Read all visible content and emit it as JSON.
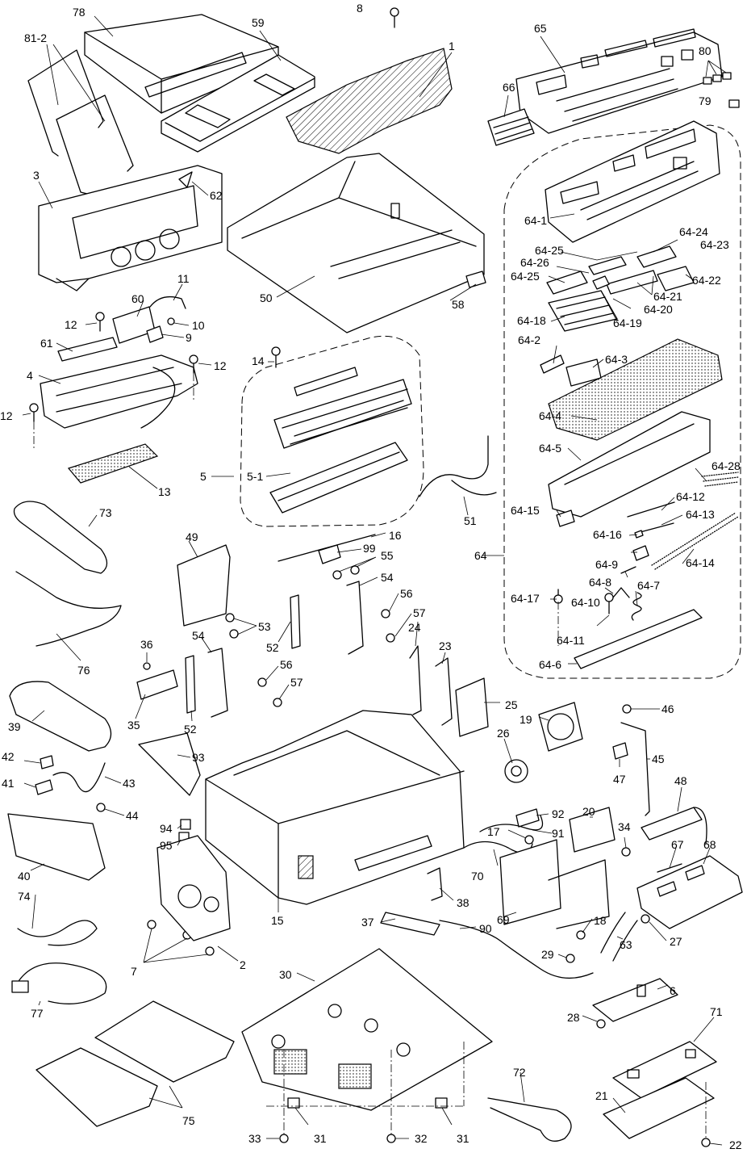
{
  "labels": [
    {
      "id": "78",
      "text": "78"
    },
    {
      "id": "81-2",
      "text": "81-2"
    },
    {
      "id": "59",
      "text": "59"
    },
    {
      "id": "8",
      "text": "8"
    },
    {
      "id": "1",
      "text": "1"
    },
    {
      "id": "65",
      "text": "65"
    },
    {
      "id": "80",
      "text": "80"
    },
    {
      "id": "79",
      "text": "79"
    },
    {
      "id": "66",
      "text": "66"
    },
    {
      "id": "3",
      "text": "3"
    },
    {
      "id": "62",
      "text": "62"
    },
    {
      "id": "64-1",
      "text": "64-1"
    },
    {
      "id": "64-24",
      "text": "64-24"
    },
    {
      "id": "64-23",
      "text": "64-23"
    },
    {
      "id": "64-25a",
      "text": "64-25"
    },
    {
      "id": "64-26",
      "text": "64-26"
    },
    {
      "id": "64-25b",
      "text": "64-25"
    },
    {
      "id": "64-22",
      "text": "64-22"
    },
    {
      "id": "64-21",
      "text": "64-21"
    },
    {
      "id": "64-20",
      "text": "64-20"
    },
    {
      "id": "64-19",
      "text": "64-19"
    },
    {
      "id": "64-18",
      "text": "64-18"
    },
    {
      "id": "50",
      "text": "50"
    },
    {
      "id": "58",
      "text": "58"
    },
    {
      "id": "11",
      "text": "11"
    },
    {
      "id": "60",
      "text": "60"
    },
    {
      "id": "12a",
      "text": "12"
    },
    {
      "id": "10",
      "text": "10"
    },
    {
      "id": "9",
      "text": "9"
    },
    {
      "id": "61",
      "text": "61"
    },
    {
      "id": "12b",
      "text": "12"
    },
    {
      "id": "14",
      "text": "14"
    },
    {
      "id": "4",
      "text": "4"
    },
    {
      "id": "12c",
      "text": "12"
    },
    {
      "id": "64-2",
      "text": "64-2"
    },
    {
      "id": "64-3",
      "text": "64-3"
    },
    {
      "id": "64-4",
      "text": "64-4"
    },
    {
      "id": "5",
      "text": "5"
    },
    {
      "id": "5-1",
      "text": "5-1"
    },
    {
      "id": "13",
      "text": "13"
    },
    {
      "id": "64-5",
      "text": "64-5"
    },
    {
      "id": "64-28",
      "text": "64-28"
    },
    {
      "id": "51",
      "text": "51"
    },
    {
      "id": "64-12",
      "text": "64-12"
    },
    {
      "id": "64-15",
      "text": "64-15"
    },
    {
      "id": "64-13",
      "text": "64-13"
    },
    {
      "id": "73",
      "text": "73"
    },
    {
      "id": "16",
      "text": "16"
    },
    {
      "id": "49",
      "text": "49"
    },
    {
      "id": "99",
      "text": "99"
    },
    {
      "id": "55",
      "text": "55"
    },
    {
      "id": "64",
      "text": "64"
    },
    {
      "id": "64-16",
      "text": "64-16"
    },
    {
      "id": "64-14",
      "text": "64-14"
    },
    {
      "id": "64-9",
      "text": "64-9"
    },
    {
      "id": "54a",
      "text": "54"
    },
    {
      "id": "56a",
      "text": "56"
    },
    {
      "id": "64-8",
      "text": "64-8"
    },
    {
      "id": "57a",
      "text": "57"
    },
    {
      "id": "64-7",
      "text": "64-7"
    },
    {
      "id": "64-17",
      "text": "64-17"
    },
    {
      "id": "64-10",
      "text": "64-10"
    },
    {
      "id": "53",
      "text": "53"
    },
    {
      "id": "52a",
      "text": "52"
    },
    {
      "id": "24",
      "text": "24"
    },
    {
      "id": "76",
      "text": "76"
    },
    {
      "id": "36",
      "text": "36"
    },
    {
      "id": "54b",
      "text": "54"
    },
    {
      "id": "23",
      "text": "23"
    },
    {
      "id": "64-11",
      "text": "64-11"
    },
    {
      "id": "56b",
      "text": "56"
    },
    {
      "id": "64-6",
      "text": "64-6"
    },
    {
      "id": "57b",
      "text": "57"
    },
    {
      "id": "25",
      "text": "25"
    },
    {
      "id": "19",
      "text": "19"
    },
    {
      "id": "46",
      "text": "46"
    },
    {
      "id": "35",
      "text": "35"
    },
    {
      "id": "52b",
      "text": "52"
    },
    {
      "id": "39",
      "text": "39"
    },
    {
      "id": "26",
      "text": "26"
    },
    {
      "id": "45",
      "text": "45"
    },
    {
      "id": "93",
      "text": "93"
    },
    {
      "id": "47",
      "text": "47"
    },
    {
      "id": "42",
      "text": "42"
    },
    {
      "id": "48",
      "text": "48"
    },
    {
      "id": "43",
      "text": "43"
    },
    {
      "id": "41",
      "text": "41"
    },
    {
      "id": "92",
      "text": "92"
    },
    {
      "id": "20",
      "text": "20"
    },
    {
      "id": "91",
      "text": "91"
    },
    {
      "id": "44",
      "text": "44"
    },
    {
      "id": "94",
      "text": "94"
    },
    {
      "id": "34",
      "text": "34"
    },
    {
      "id": "95",
      "text": "95"
    },
    {
      "id": "17",
      "text": "17"
    },
    {
      "id": "67",
      "text": "67"
    },
    {
      "id": "68",
      "text": "68"
    },
    {
      "id": "40",
      "text": "40"
    },
    {
      "id": "70",
      "text": "70"
    },
    {
      "id": "38",
      "text": "38"
    },
    {
      "id": "15",
      "text": "15"
    },
    {
      "id": "74",
      "text": "74"
    },
    {
      "id": "69",
      "text": "69"
    },
    {
      "id": "18",
      "text": "18"
    },
    {
      "id": "63",
      "text": "63"
    },
    {
      "id": "27",
      "text": "27"
    },
    {
      "id": "37",
      "text": "37"
    },
    {
      "id": "90",
      "text": "90"
    },
    {
      "id": "7",
      "text": "7"
    },
    {
      "id": "2",
      "text": "2"
    },
    {
      "id": "29",
      "text": "29"
    },
    {
      "id": "30",
      "text": "30"
    },
    {
      "id": "6",
      "text": "6"
    },
    {
      "id": "77",
      "text": "77"
    },
    {
      "id": "28",
      "text": "28"
    },
    {
      "id": "71",
      "text": "71"
    },
    {
      "id": "75",
      "text": "75"
    },
    {
      "id": "72",
      "text": "72"
    },
    {
      "id": "21",
      "text": "21"
    },
    {
      "id": "33",
      "text": "33"
    },
    {
      "id": "31a",
      "text": "31"
    },
    {
      "id": "32",
      "text": "32"
    },
    {
      "id": "31b",
      "text": "31"
    },
    {
      "id": "22",
      "text": "22"
    }
  ]
}
